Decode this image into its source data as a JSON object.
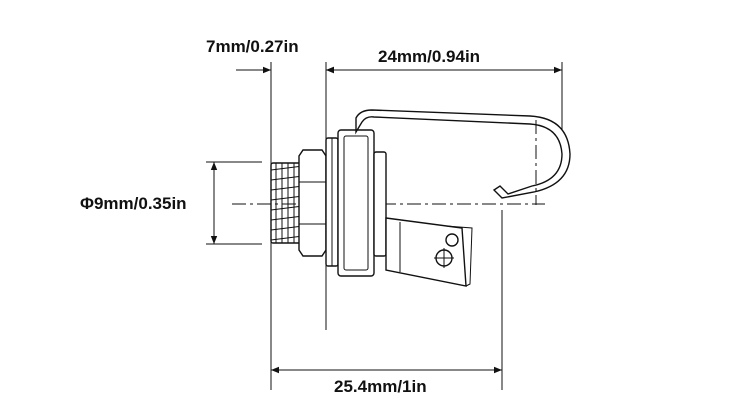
{
  "dimensions": {
    "thread_length": "7mm/0.27in",
    "body_length": "24mm/0.94in",
    "diameter": "Φ9mm/0.35in",
    "overall_length": "25.4mm/1in"
  },
  "colors": {
    "line": "#111111",
    "background": "#ffffff"
  }
}
